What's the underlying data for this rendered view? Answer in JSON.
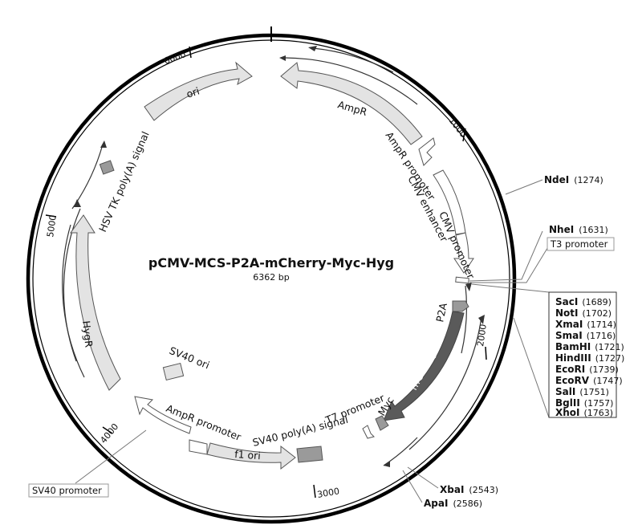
{
  "map": {
    "name": "pCMV-MCS-P2A-mCherry-Myc-Hyg",
    "length": "6362 bp",
    "colors": {
      "feature_light": "#e3e3e3",
      "feature_dark": "#5a5a5a",
      "feature_mid": "#9a9a9a",
      "outline": "#555555",
      "backbone": "#000000"
    }
  },
  "ticks": [
    {
      "label": "1000"
    },
    {
      "label": "2000"
    },
    {
      "label": "3000"
    },
    {
      "label": "4000"
    },
    {
      "label": "5000"
    },
    {
      "label": "6000"
    }
  ],
  "feature_labels": {
    "ori": "ori",
    "ampr_top": "AmpR",
    "ampr_promoter_top": "AmpR promoter",
    "cmv_enhancer": "CMV enhancer",
    "cmv_promoter": "CMV promoter",
    "p2a": "P2A",
    "mcherry": "mCherry",
    "myc": "Myc",
    "t7_promoter": "T7 promoter",
    "sv40_polya": "SV40 poly(A) signal",
    "f1_ori": "f1 ori",
    "ampr_promoter_bottom": "AmpR promoter",
    "sv40_ori": "SV40 ori",
    "hygr": "HygR",
    "hsv_polya": "HSV TK poly(A) signal"
  },
  "sites": {
    "ndei": {
      "name": "NdeI",
      "pos": "(1274)"
    },
    "nhei": {
      "name": "NheI",
      "pos": "(1631)"
    },
    "t3_promoter": "T3 promoter",
    "sv40_promoter": "SV40 promoter",
    "mcs": [
      {
        "name": "SacI",
        "pos": "(1689)"
      },
      {
        "name": "NotI",
        "pos": "(1702)"
      },
      {
        "name": "XmaI",
        "pos": "(1714)"
      },
      {
        "name": "SmaI",
        "pos": "(1716)"
      },
      {
        "name": "BamHI",
        "pos": "(1721)"
      },
      {
        "name": "HindIII",
        "pos": "(1727)"
      },
      {
        "name": "EcoRI",
        "pos": "(1739)"
      },
      {
        "name": "EcoRV",
        "pos": "(1747)"
      },
      {
        "name": "SalI",
        "pos": "(1751)"
      },
      {
        "name": "BglII",
        "pos": "(1757)"
      },
      {
        "name": "XhoI",
        "pos": "(1763)"
      }
    ],
    "xbai": {
      "name": "XbaI",
      "pos": "(2543)"
    },
    "apai": {
      "name": "ApaI",
      "pos": "(2586)"
    }
  }
}
